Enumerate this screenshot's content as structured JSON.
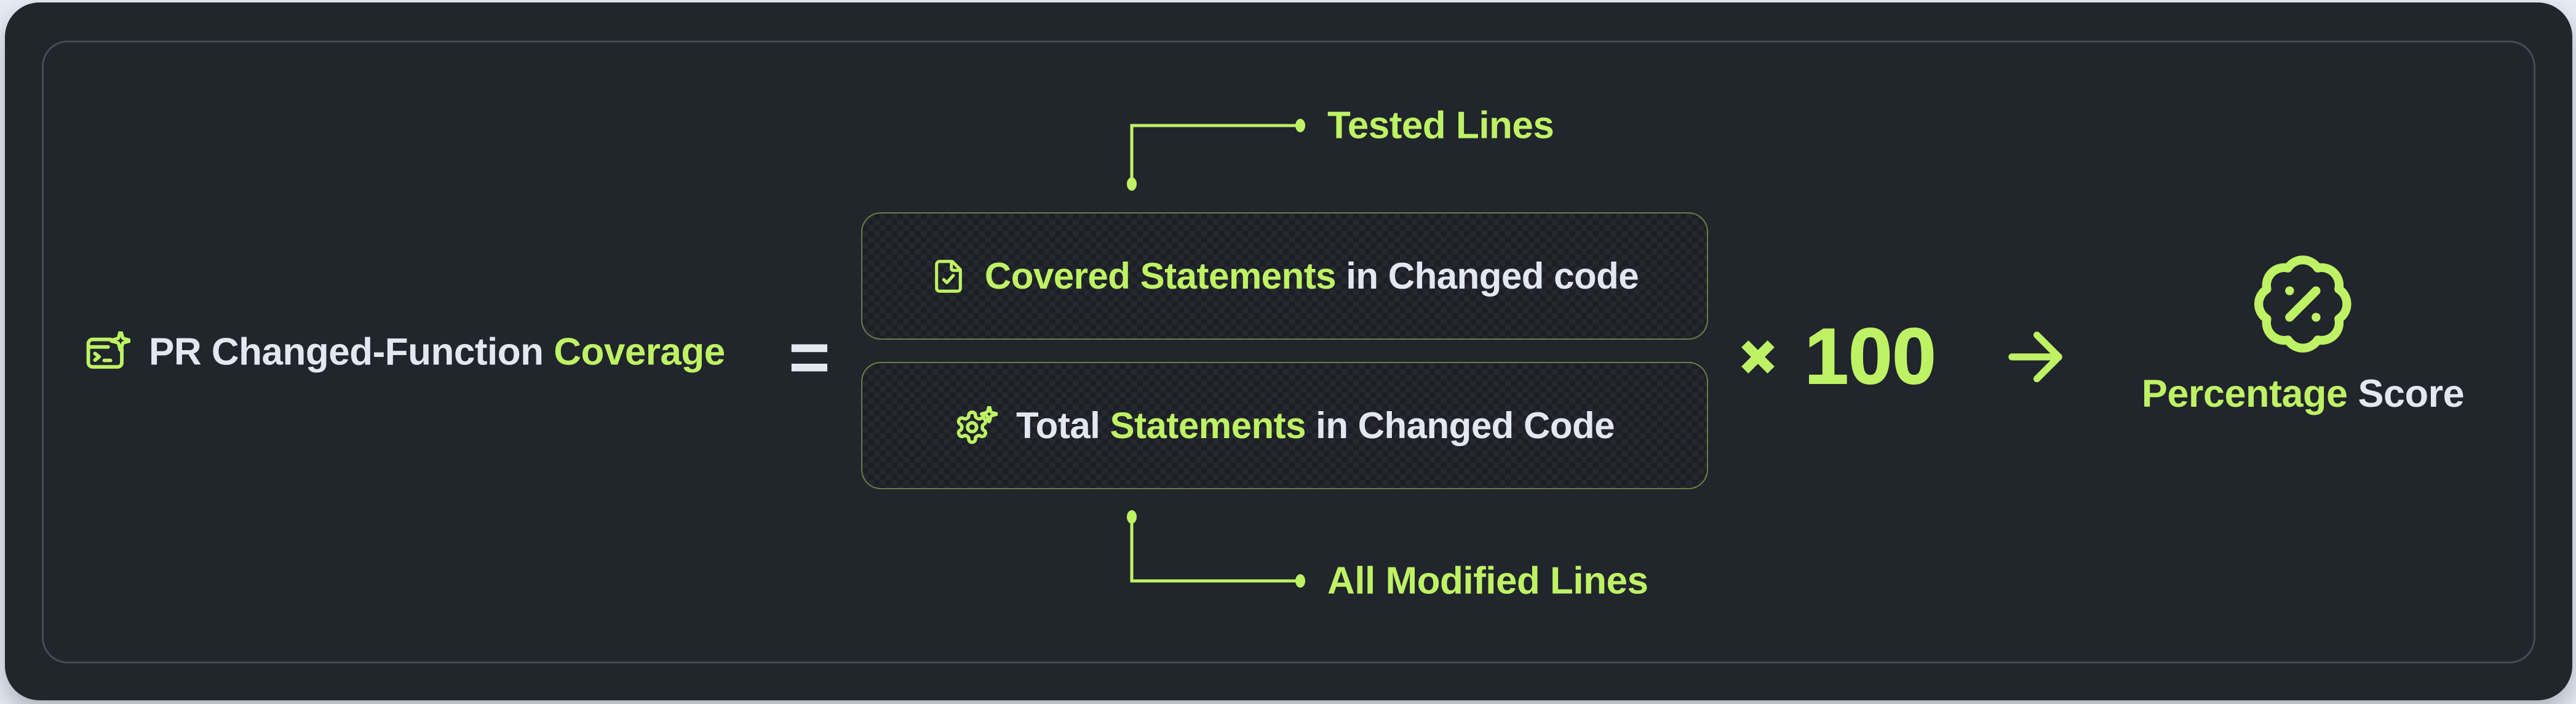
{
  "colors": {
    "accent": "#bef264",
    "text_light": "#e3e7f0",
    "page_bg": "#e7ebf4",
    "card_bg": "#21252c",
    "panel_border": "#474c54",
    "box_border": "rgba(190,242,100,0.45)"
  },
  "formula": {
    "label": {
      "icon": "terminal-sparkle-icon",
      "prefix": "PR Changed-Function",
      "highlight": "Coverage"
    },
    "equals_sign": "=",
    "numerator": {
      "icon": "file-check-icon",
      "highlight": "Covered Statements",
      "rest": "in Changed code",
      "callout": "Tested Lines"
    },
    "denominator": {
      "icon": "gear-sparkle-icon",
      "prefix": "Total",
      "highlight": "Statements",
      "rest": "in Changed Code",
      "callout": "All Modified Lines"
    },
    "multiplier": {
      "sign": "×",
      "value": "100"
    },
    "result": {
      "icon": "badge-percent-icon",
      "highlight": "Percentage",
      "rest": "Score"
    }
  }
}
